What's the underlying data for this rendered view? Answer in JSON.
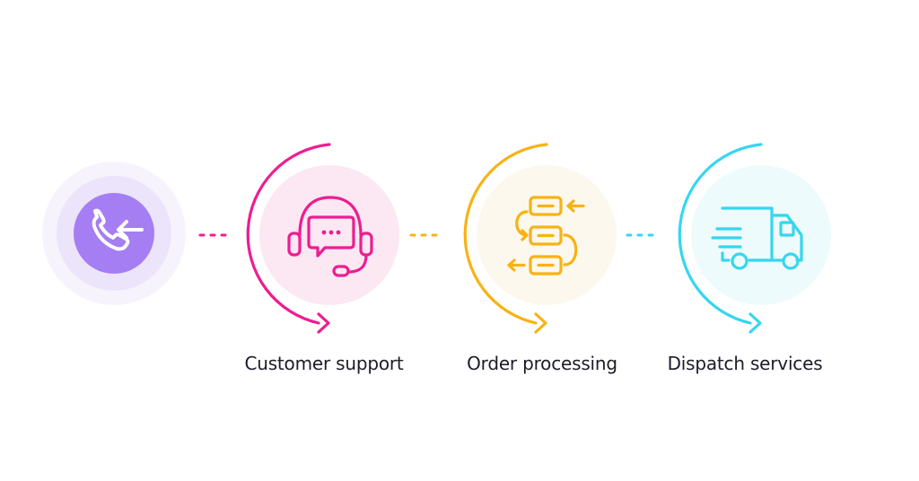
{
  "steps": [
    {
      "label": "",
      "icon": "incoming-call-icon",
      "color": "#a17cf3"
    },
    {
      "label": "Customer support",
      "icon": "headset-chat-icon",
      "color": "#ed1d91"
    },
    {
      "label": "Order processing",
      "icon": "process-flow-icon",
      "color": "#f7b314"
    },
    {
      "label": "Dispatch services",
      "icon": "delivery-truck-icon",
      "color": "#36d6ee"
    }
  ]
}
